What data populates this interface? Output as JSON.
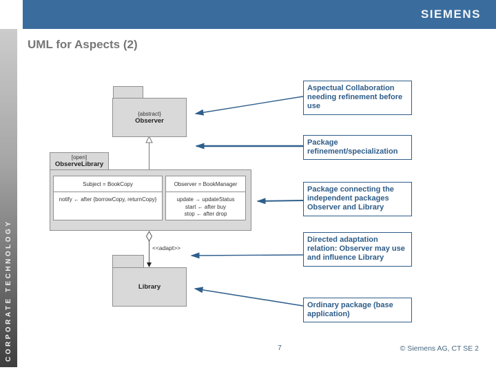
{
  "header": {
    "brand": "SIEMENS"
  },
  "title": "UML for Aspects (2)",
  "sidebar": {
    "label": "CORPORATE TECHNOLOGY"
  },
  "diagram": {
    "observer": {
      "stereotype": "{abstract}",
      "name": "Observer"
    },
    "observe_library": {
      "stereotype": "[open]",
      "name": "ObserveLibrary"
    },
    "subject_class": {
      "title": "Subject = BookCopy",
      "lines": [
        "notify ← after {borrowCopy, returnCopy}"
      ]
    },
    "observer_class": {
      "title": "Observer = BookManager",
      "lines": [
        "update → updateStatus",
        "start ← after buy",
        "stop ← after drop"
      ]
    },
    "adapt_label": "<<adapt>>",
    "library": {
      "name": "Library"
    }
  },
  "annotations": [
    {
      "text": "Aspectual Collaboration needing refinement before use"
    },
    {
      "text": "Package refinement/specialization"
    },
    {
      "text": "Package connecting the independent packages Observer and Library"
    },
    {
      "text": "Directed adaptation relation: Observer may use and influence Library"
    },
    {
      "text": "Ordinary package (base application)"
    }
  ],
  "footer": {
    "page": "7",
    "copyright": "© Siemens AG, CT SE 2"
  },
  "colors": {
    "header_blue": "#3A6D9E",
    "annotation_blue": "#2E5C88",
    "arrow_blue": "#2E5F8C",
    "package_fill": "#D9D9D9",
    "package_border": "#8E8E8E",
    "title_gray": "#767676"
  }
}
